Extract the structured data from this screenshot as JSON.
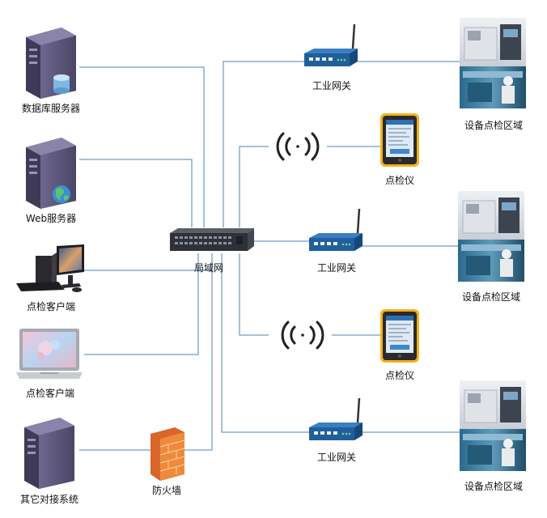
{
  "colors": {
    "line": "#4a86b8",
    "server_body": "#5a5478",
    "server_side": "#3f3a58",
    "gateway": "#1f5f9e",
    "switch": "#2e3138",
    "firewall": "#e07a2a",
    "device_frame": "#f2b21b",
    "wave": "#222222"
  },
  "left_nodes": [
    {
      "label": "数据库服务器",
      "icon": "database-server-icon"
    },
    {
      "label": "Web服务器",
      "icon": "web-server-icon"
    },
    {
      "label": "点检客户端",
      "icon": "desktop-computer-icon"
    },
    {
      "label": "点检客户端",
      "icon": "laptop-icon"
    },
    {
      "label": "其它对接系统",
      "icon": "server-icon"
    }
  ],
  "firewall": {
    "label": "防火墙",
    "icon": "firewall-icon"
  },
  "switch": {
    "label": "局域网",
    "icon": "network-switch-icon"
  },
  "gateways": [
    {
      "label": "工业网关",
      "icon": "gateway-router-icon"
    },
    {
      "label": "工业网关",
      "icon": "gateway-router-icon"
    },
    {
      "label": "工业网关",
      "icon": "gateway-router-icon"
    }
  ],
  "inspectors": [
    {
      "label": "点检仪",
      "icon": "handheld-inspector-icon",
      "wireless_icon": "wireless-signal-icon"
    },
    {
      "label": "点检仪",
      "icon": "handheld-inspector-icon",
      "wireless_icon": "wireless-signal-icon"
    }
  ],
  "areas": [
    {
      "label": "设备点检区域",
      "icon": "equipment-area-photo-icon"
    },
    {
      "label": "设备点检区域",
      "icon": "equipment-area-photo-icon"
    },
    {
      "label": "设备点检区域",
      "icon": "equipment-area-photo-icon"
    }
  ]
}
